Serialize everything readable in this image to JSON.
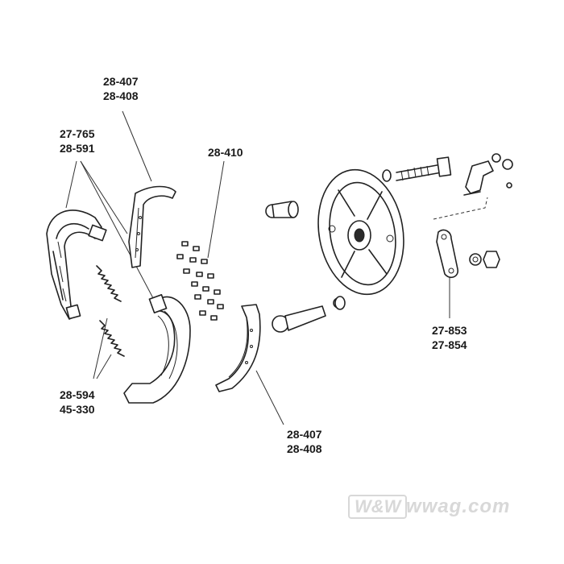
{
  "callouts": {
    "shoe_upper_top": [
      "28-407",
      "28-408"
    ],
    "shoe_assembly": [
      "27-765",
      "28-591"
    ],
    "rivets": [
      "28-410"
    ],
    "springs": [
      "28-594",
      "45-330"
    ],
    "lining_lower": [
      "28-407",
      "28-408"
    ],
    "lever": [
      "27-853",
      "27-854"
    ]
  },
  "watermark": {
    "logo_text": "W&W",
    "url_text": "wwag.com",
    "color": "#d8d8d8"
  }
}
